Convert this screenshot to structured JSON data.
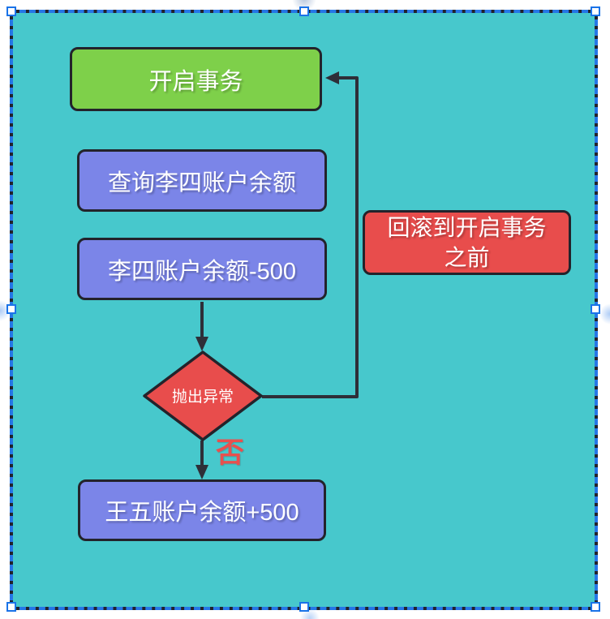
{
  "canvas": {
    "background": "#47c8cc",
    "border_color": "#23232b",
    "selection_color": "#2577e6",
    "handle_fill": "#ffffff",
    "handle_border": "#1a73e8"
  },
  "nodes": {
    "start": {
      "label": "开启事务",
      "fill": "#7ed04a",
      "type": "rounded-rect"
    },
    "query": {
      "label": "查询李四账户余额",
      "fill": "#7b85e8",
      "type": "rounded-rect"
    },
    "deduct": {
      "label": "李四账户余额-500",
      "fill": "#7b85e8",
      "type": "rounded-rect"
    },
    "exception": {
      "label": "抛出异常",
      "fill": "#e84d4c",
      "type": "diamond"
    },
    "rollback": {
      "label": "回滚到开启事务\n之前",
      "fill": "#e84d4c",
      "type": "rounded-rect"
    },
    "credit": {
      "label": "王五账户余额+500",
      "fill": "#7b85e8",
      "type": "rounded-rect"
    }
  },
  "edges": {
    "no_label": "否",
    "stroke": "#2e2f38",
    "list": [
      {
        "from": "deduct",
        "to": "exception",
        "route": "straight-down"
      },
      {
        "from": "exception",
        "to": "credit",
        "route": "straight-down",
        "label": "否"
      },
      {
        "from": "exception",
        "to": "start",
        "route": "right-up-left"
      }
    ]
  }
}
